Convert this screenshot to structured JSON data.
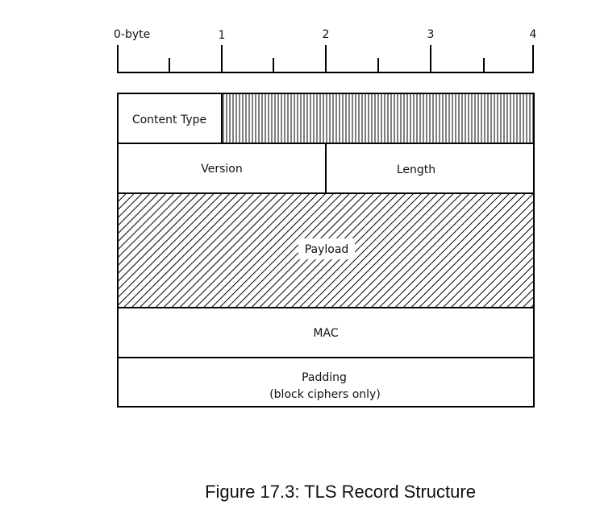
{
  "ruler": {
    "labels": [
      "0-byte",
      "1",
      "2",
      "3",
      "4"
    ]
  },
  "fields": {
    "content_type": "Content Type",
    "version": "Version",
    "length": "Length",
    "payload": "Payload",
    "mac": "MAC",
    "padding": "Padding",
    "padding_note": "(block ciphers only)"
  },
  "caption": "Figure 17.3: TLS Record Structure"
}
